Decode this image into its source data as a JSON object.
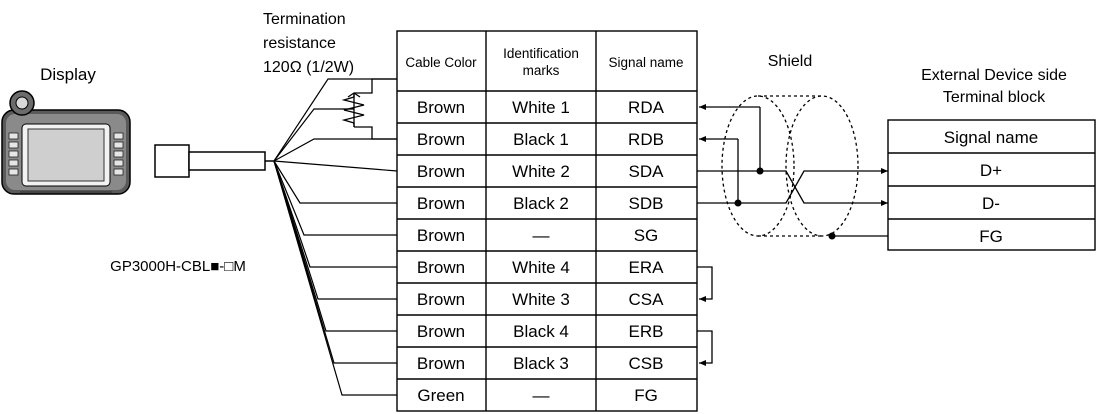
{
  "labels": {
    "display": "Display",
    "termination_line1": "Termination",
    "termination_line2": "resistance",
    "termination_line3": "120Ω (1/2W)",
    "cable_model": "GP3000H-CBL■-□M",
    "shield": "Shield",
    "ext_line1": "External Device side",
    "ext_line2": "Terminal block"
  },
  "cable_table": {
    "headers": [
      "Cable Color",
      "Identification marks",
      "Signal name"
    ],
    "rows": [
      {
        "color": "Brown",
        "mark": "White 1",
        "signal": "RDA"
      },
      {
        "color": "Brown",
        "mark": "Black 1",
        "signal": "RDB"
      },
      {
        "color": "Brown",
        "mark": "White 2",
        "signal": "SDA"
      },
      {
        "color": "Brown",
        "mark": "Black 2",
        "signal": "SDB"
      },
      {
        "color": "Brown",
        "mark": "—",
        "signal": "SG"
      },
      {
        "color": "Brown",
        "mark": "White 4",
        "signal": "ERA"
      },
      {
        "color": "Brown",
        "mark": "White 3",
        "signal": "CSA"
      },
      {
        "color": "Brown",
        "mark": "Black 4",
        "signal": "ERB"
      },
      {
        "color": "Brown",
        "mark": "Black 3",
        "signal": "CSB"
      },
      {
        "color": "Green",
        "mark": "—",
        "signal": "FG"
      }
    ]
  },
  "terminal_block": {
    "header": "Signal name",
    "rows": [
      "D+",
      "D-",
      "FG"
    ]
  }
}
